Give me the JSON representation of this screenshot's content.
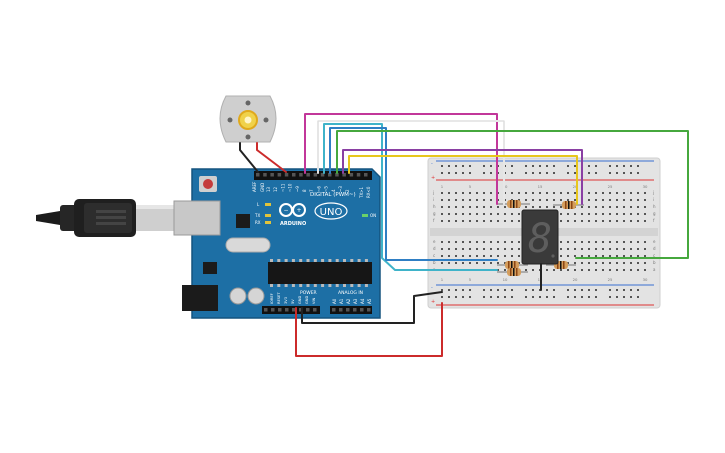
{
  "arduino": {
    "brand": "ARDUINO",
    "model": "UNO",
    "digital_header": "DIGITAL (PWM~)",
    "power_header": "POWER",
    "analog_header": "ANALOG IN",
    "led_on_label": "ON",
    "led_l_label": "L",
    "led_tx_label": "TX",
    "led_rx_label": "RX",
    "aref_label": "AREF",
    "gnd_label": "GND",
    "txrx_label": "TX>1",
    "rx0_label": "RX<0",
    "digital_pins": [
      "13",
      "12",
      "~11",
      "~10",
      "~9",
      "8",
      "7",
      "~6",
      "~5",
      "4",
      "~3",
      "2"
    ],
    "power_pins": [
      "IOREF",
      "RESET",
      "3V3",
      "5V",
      "GND",
      "GND",
      "VIN"
    ],
    "analog_pins": [
      "A0",
      "A1",
      "A2",
      "A3",
      "A4",
      "A5"
    ]
  },
  "breadboard": {
    "col_numbers": [
      "1",
      "5",
      "10",
      "15",
      "20",
      "25",
      "30"
    ],
    "row_letters_top": [
      "j",
      "i",
      "h",
      "g",
      "f"
    ],
    "row_letters_bottom": [
      "e",
      "d",
      "c",
      "b",
      "a"
    ],
    "rail_plus": "+",
    "rail_minus": "-"
  },
  "seven_segment": {
    "digit": "8"
  },
  "motor": {
    "name": "DC Motor"
  },
  "colors": {
    "board": "#1d6fa5",
    "board_dark": "#15547e",
    "breadboard": "#e3e3e3",
    "rail_red": "#d33",
    "rail_blue": "#3a6fd1",
    "wire_red": "#cc2b2b",
    "wire_black": "#222222",
    "wire_pink": "#c2379a",
    "wire_purple": "#8a3fa3",
    "wire_green": "#46a83e",
    "wire_yellow": "#e7c61c",
    "wire_teal": "#3fb3c9",
    "wire_blue": "#2f7fc4",
    "wire_white": "#f2f2f2"
  }
}
